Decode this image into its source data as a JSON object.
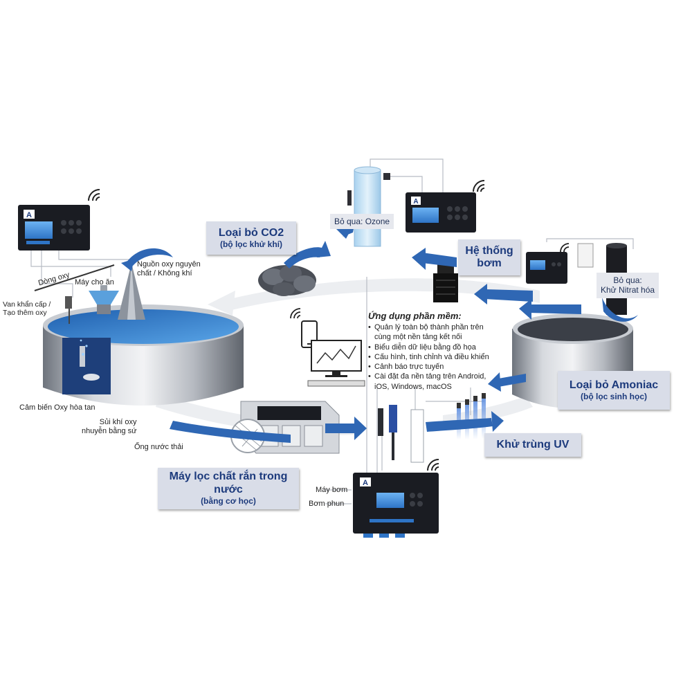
{
  "boxes": {
    "co2": {
      "main": "Loại bỏ CO2",
      "sub": "(bộ lọc khử khí)"
    },
    "pump_system": {
      "main": "Hệ thống\nbơm"
    },
    "ammonia": {
      "main": "Loại bỏ Amoniac",
      "sub": "(bộ lọc sinh học)"
    },
    "uv": {
      "main": "Khử trùng UV"
    },
    "solid_filter": {
      "main": "Máy lọc chất rắn trong\nnước",
      "sub": "(bằng cơ học)"
    }
  },
  "bypass": {
    "ozone": "Bỏ qua: Ozone",
    "nitrification": "Bỏ qua:\nKhử Nitrat hóa"
  },
  "labels": {
    "oxygen_source": "Nguồn oxy nguyên\nchất / Không khí",
    "oxygen_flow": "Dòng oxy",
    "feeder": "Máy cho ăn",
    "emergency_valve": "Van khẩn cấp /\nTạo thêm oxy",
    "do_sensor": "Cảm biến Oxy hòa tan",
    "diffuser": "Sủi khí oxy\nnhuyễn bằng sứ",
    "waste_pipe": "Ống nước thải",
    "pump": "Máy bơm",
    "spray_pump": "Bơm phun"
  },
  "software": {
    "title": "Ứng dụng phần mềm:",
    "items": [
      "Quản lý toàn bộ thành phần trên\ncùng một nền tảng kết nối",
      "Biểu diễn dữ liệu bằng đồ họa",
      "Cấu hình, tinh chỉnh và điều khiển",
      "Cảnh báo trực tuyến",
      "Cài đặt đa nền tảng trên Android,\niOS, Windows, macOS"
    ]
  },
  "icons": [
    "wifi-icon",
    "smartphone-icon",
    "monitor-icon",
    "controller-icon",
    "flow-arrow-icon"
  ],
  "colors": {
    "arrow_blue": "#2f67b4",
    "box_bg": "#d9dde8",
    "box_text": "#1c3a7c",
    "controller_body": "#1a1c22",
    "screen_blue": "#3b86d6",
    "water_blue": "#2d73c4",
    "tank_steel": "#9aa0a8"
  }
}
